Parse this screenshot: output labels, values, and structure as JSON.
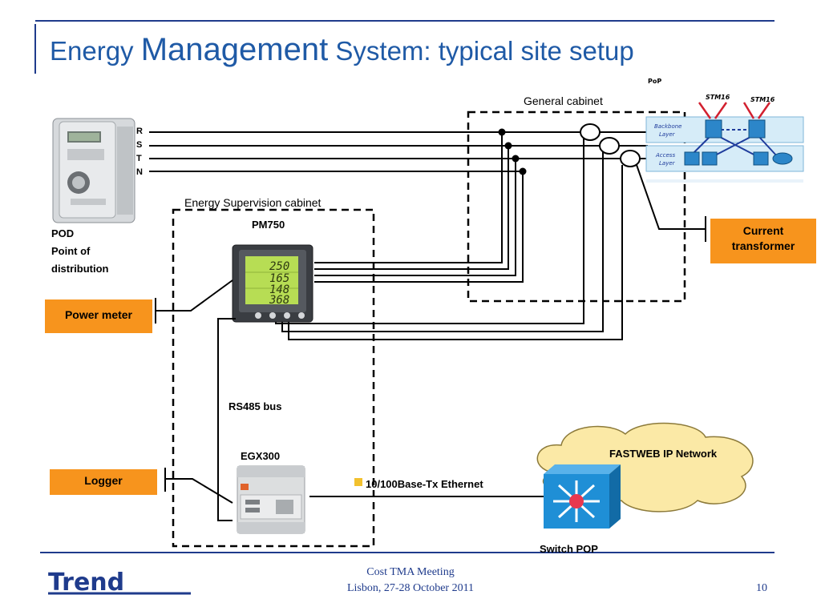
{
  "title": {
    "part1": "Energy",
    "part2": "Management",
    "part3": "System: typical site setup"
  },
  "phases": [
    "R",
    "S",
    "T",
    "N"
  ],
  "pod": {
    "line1": "POD",
    "line2": "Point of",
    "line3": "distribution"
  },
  "general_cabinet": "General cabinet",
  "energy_cabinet": "Energy Supervision cabinet",
  "pm750": "PM750",
  "meter_display": [
    "250",
    "165",
    "148",
    "368"
  ],
  "power_meter": "Power meter",
  "current_transformer": {
    "line1": "Current",
    "line2": "transformer"
  },
  "rs485": "RS485 bus",
  "egx300": "EGX300",
  "logger": "Logger",
  "ethernet": "10/100Base-Tx Ethernet",
  "fastweb": "FASTWEB IP Network",
  "switch_pop": "Switch POP",
  "pop": {
    "title": "PoP",
    "stm_left": "STM16",
    "stm_right": "STM16",
    "backbone_line1": "Backbone",
    "backbone_line2": "Layer",
    "access_line1": "Access",
    "access_line2": "Layer"
  },
  "footer": {
    "line1": "Cost TMA Meeting",
    "line2": "Lisbon, 27-28 October 2011",
    "page": "10",
    "logo": "Trend"
  },
  "colors": {
    "title_blue": "#1f5aa6",
    "orange": "#f7941d",
    "cloud": "#fbe9a6",
    "switch_blue": "#1f8fd6"
  }
}
